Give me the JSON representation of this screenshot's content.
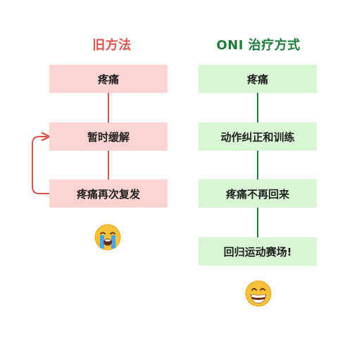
{
  "old_method": {
    "title": "旧方法",
    "steps": [
      "疼痛",
      "暂时缓解",
      "疼痛再次复发"
    ],
    "accent_color": "#d9534f",
    "box_color": "#fbd3d3",
    "emoji": "crying-face-icon"
  },
  "oni_method": {
    "title": "ONI 治疗方式",
    "steps": [
      "疼痛",
      "动作纠正和训练",
      "疼痛不再回来",
      "回归运动赛场!"
    ],
    "accent_color": "#1f7a3d",
    "box_color": "#d9f5d6",
    "emoji": "grinning-face-icon"
  }
}
